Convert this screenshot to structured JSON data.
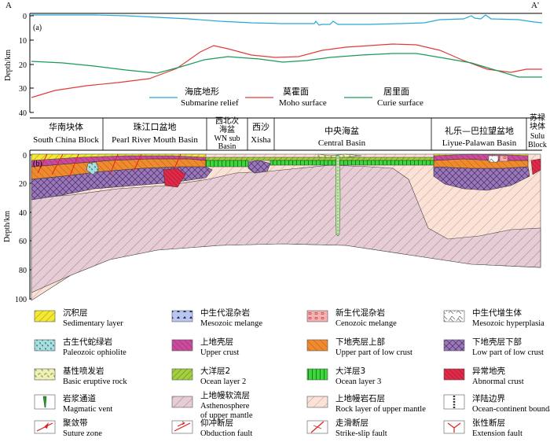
{
  "endpoints": {
    "left": "A",
    "right": "A'"
  },
  "panel_a": {
    "label": "(a)",
    "ylabel": "Depth/km",
    "ticks": [
      "0",
      "10",
      "20",
      "30",
      "40"
    ],
    "legend": [
      {
        "zh": "海底地形",
        "en": "Submarine relief",
        "color": "#29a8d8"
      },
      {
        "zh": "莫霍面",
        "en": "Moho surface",
        "color": "#e03c3c"
      },
      {
        "zh": "居里面",
        "en": "Curie surface",
        "color": "#1a9a5a"
      }
    ]
  },
  "panel_b": {
    "label": "(b)",
    "ylabel": "Depth/km",
    "ticks": [
      "0",
      "20",
      "40",
      "60",
      "80",
      "100"
    ],
    "regions": [
      {
        "zh": "华南块体",
        "en": [
          "South China Block"
        ]
      },
      {
        "zh": "珠江口盆地",
        "en": [
          "Pearl River Mouth Basin"
        ]
      },
      {
        "zh": "西北次海盆",
        "en": [
          "WN sub",
          "Basin"
        ]
      },
      {
        "zh": "西沙",
        "en": [
          "Xisha"
        ]
      },
      {
        "zh": "中央海盆",
        "en": [
          "Central Basin"
        ]
      },
      {
        "zh": "礼乐—巴拉望盆地",
        "en": [
          "Liyue-Palawan Basin"
        ]
      },
      {
        "zh": "苏禄块体",
        "en": [
          "Sulu",
          "Block"
        ]
      }
    ]
  },
  "legend": [
    {
      "zh": "沉积层",
      "en": "Sedimentary layer",
      "icon": "sedimentary-icon"
    },
    {
      "zh": "中生代混杂岩",
      "en": "Mesozoic melange",
      "icon": "mesozoic-melange-icon"
    },
    {
      "zh": "新生代混杂岩",
      "en": "Cenozoic melange",
      "icon": "cenozoic-melange-icon"
    },
    {
      "zh": "中生代增生体",
      "en": "Mesozoic hyperplasia",
      "icon": "mesozoic-hyperplasia-icon"
    },
    {
      "zh": "古生代蛇绿岩",
      "en": "Paleozoic ophiolite",
      "icon": "ophiolite-icon"
    },
    {
      "zh": "上地壳层",
      "en": "Upper crust",
      "icon": "upper-crust-icon"
    },
    {
      "zh": "下地壳层上部",
      "en": "Upper part of low crust",
      "icon": "upper-low-crust-icon"
    },
    {
      "zh": "下地壳层下部",
      "en": "Low part of low crust",
      "icon": "lower-low-crust-icon"
    },
    {
      "zh": "基性喷发岩",
      "en": "Basic eruptive rock",
      "icon": "basic-eruptive-icon"
    },
    {
      "zh": "大洋层2",
      "en": "Ocean layer 2",
      "icon": "ocean-layer-2-icon"
    },
    {
      "zh": "大洋层3",
      "en": "Ocean layer 3",
      "icon": "ocean-layer-3-icon"
    },
    {
      "zh": "异常地壳",
      "en": "Abnormal crust",
      "icon": "abnormal-crust-icon"
    },
    {
      "zh": "岩浆通道",
      "en": "Magmatic vent",
      "icon": "magmatic-vent-icon"
    },
    {
      "zh": "上地幔软流层",
      "en": [
        "Asthenosphere",
        "of upper mantle"
      ],
      "icon": "asthenosphere-icon"
    },
    {
      "zh": "上地幔岩石层",
      "en": "Rock layer of upper mantle",
      "icon": "rock-layer-mantle-icon"
    },
    {
      "zh": "洋陆边界",
      "en": "Ocean-continent boundary",
      "icon": "ocean-continent-boundary-icon"
    },
    {
      "zh": "聚敛带",
      "en": "Suture zone",
      "icon": "suture-zone-icon"
    },
    {
      "zh": "仰冲断层",
      "en": "Obduction fault",
      "icon": "obduction-fault-icon"
    },
    {
      "zh": "走滑断层",
      "en": "Strike-slip fault",
      "icon": "strike-slip-fault-icon"
    },
    {
      "zh": "张性断层",
      "en": "Extension fault",
      "icon": "extension-fault-icon"
    }
  ]
}
